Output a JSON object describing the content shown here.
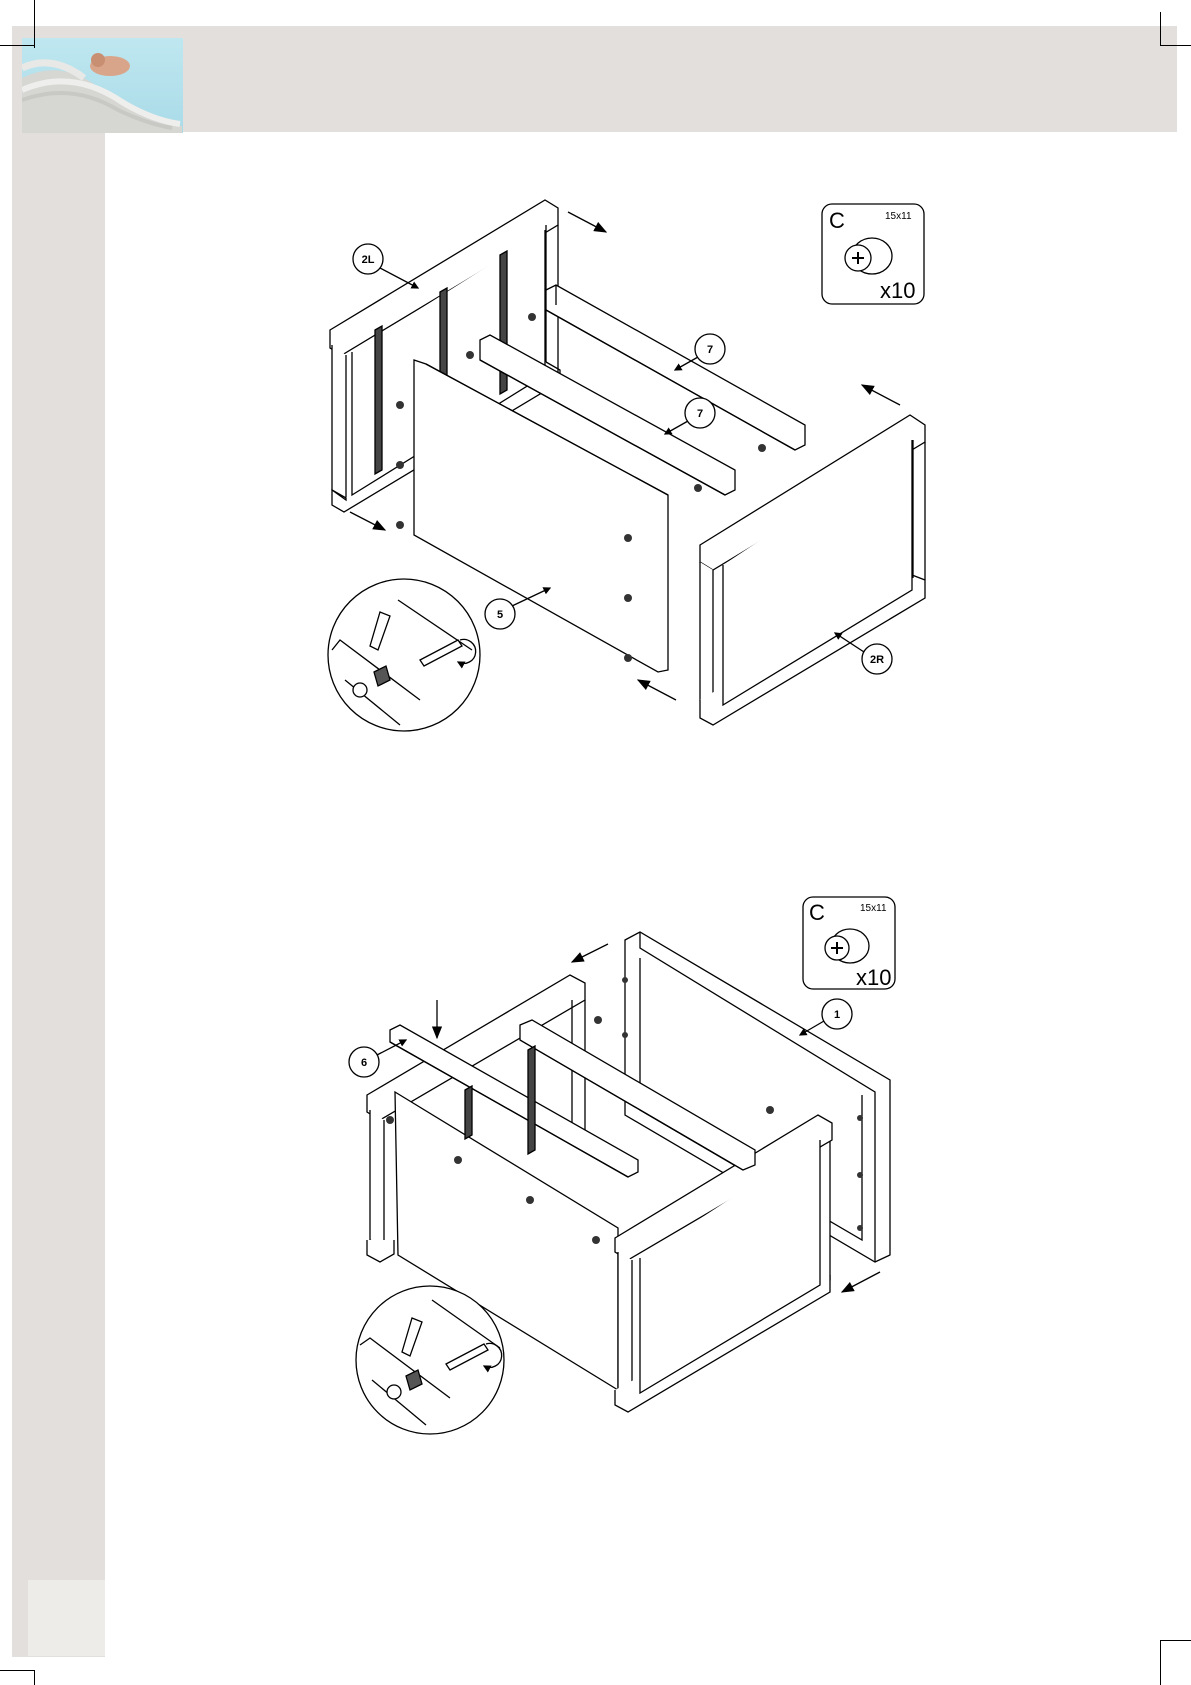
{
  "step1": {
    "parts": [
      "2L",
      "7",
      "7",
      "5",
      "2R"
    ],
    "hardware": {
      "letter": "C",
      "size": "15x11",
      "count": "x10"
    }
  },
  "step2": {
    "parts": [
      "1",
      "6"
    ],
    "hardware": {
      "letter": "C",
      "size": "15x11",
      "count": "x10"
    }
  },
  "icons": [
    "assembly-diagram",
    "cam-lock-icon",
    "arrow-icon",
    "magnified-detail"
  ]
}
